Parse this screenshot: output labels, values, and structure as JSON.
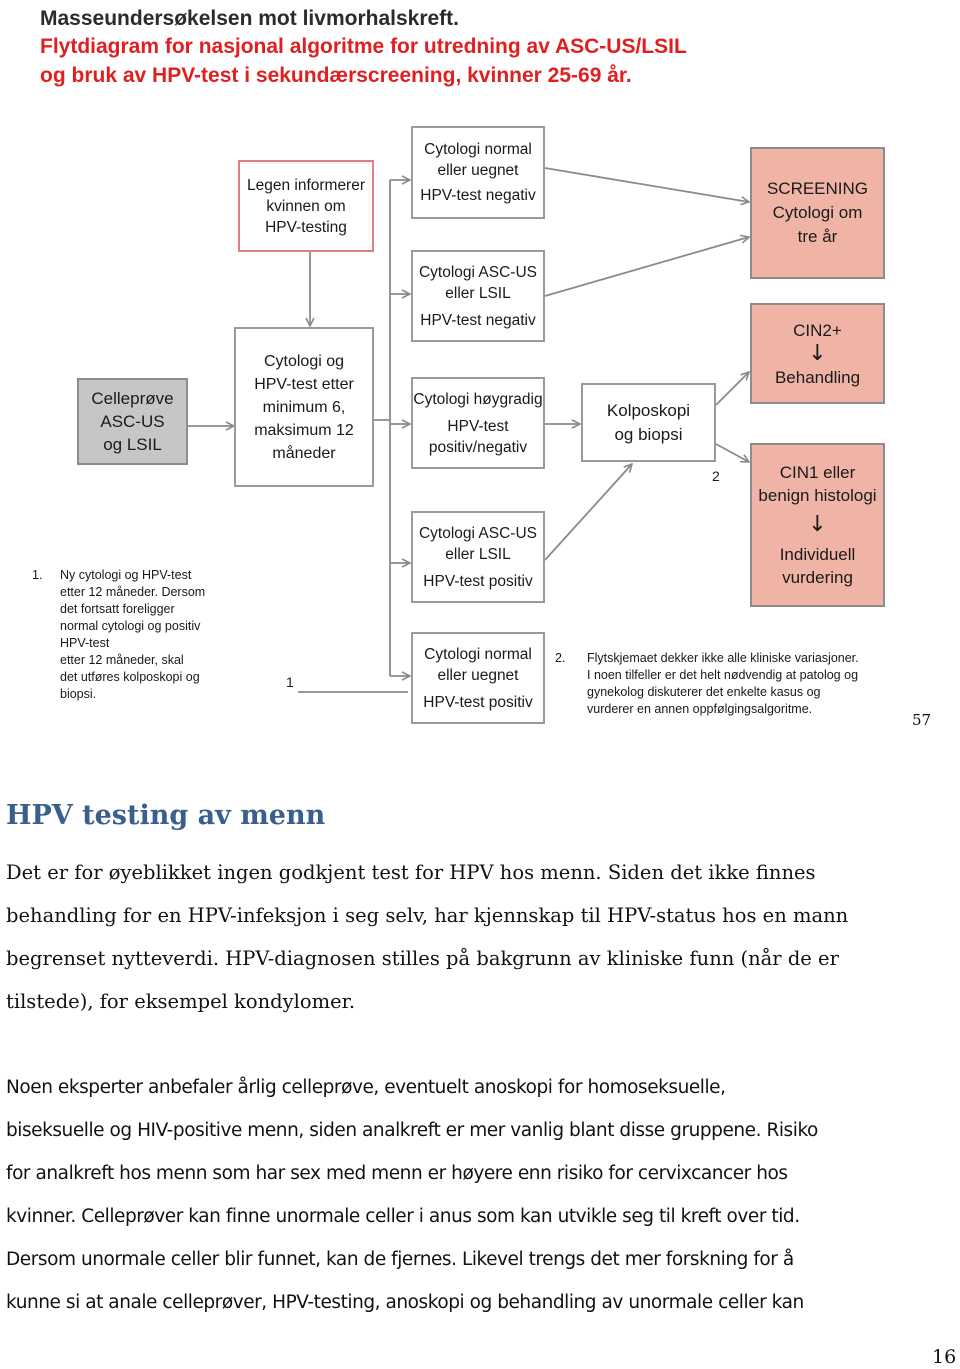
{
  "header": {
    "line1": "Masseundersøkelsen mot livmorhalskreft.",
    "line2": "Flytdiagram for nasjonal algoritme for utredning av ASC-US/LSIL",
    "line3": "og bruk av HPV-test i sekundærscreening, kvinner 25-69 år.",
    "line1_color": "#2b2b2b",
    "line23_color": "#e02020"
  },
  "flowchart": {
    "start_box": [
      "Celleprøve",
      "ASC-US",
      "og LSIL"
    ],
    "info_box": [
      "Legen informerer",
      "kvinnen om",
      "HPV-testing"
    ],
    "followup_box": [
      "Cytologi og",
      "HPV-test etter",
      "minimum 6,",
      "maksimum 12",
      "måneder"
    ],
    "outcome_1": [
      "Cytologi normal",
      "eller uegnet",
      "HPV-test negativ"
    ],
    "outcome_2": [
      "Cytologi ASC-US",
      "eller LSIL",
      "HPV-test negativ"
    ],
    "outcome_3": [
      "Cytologi høygradig",
      "HPV-test",
      "positiv/negativ"
    ],
    "outcome_4": [
      "Cytologi ASC-US",
      "eller LSIL",
      "HPV-test positiv"
    ],
    "outcome_5": [
      "Cytologi normal",
      "eller uegnet",
      "HPV-test positiv"
    ],
    "kolposkopi_box": [
      "Kolposkopi",
      "og biopsi"
    ],
    "screening_box": [
      "SCREENING",
      "Cytologi om",
      "tre år"
    ],
    "cin2_box": {
      "top": "CIN2+",
      "arrow": "↓",
      "bottom": "Behandling"
    },
    "cin1_box": {
      "top": [
        "CIN1 eller",
        "benign histologi"
      ],
      "arrow": "↓",
      "bottom": [
        "Individuell",
        "vurdering"
      ]
    },
    "label_1": "1",
    "label_2": "2",
    "note_1": {
      "marker": "1.",
      "lines": [
        "Ny cytologi og HPV-test",
        "etter 12 måneder. Dersom",
        "det fortsatt foreligger",
        "normal cytologi og positiv",
        "HPV-test",
        "etter 12 måneder, skal",
        "det utføres kolposkopi og",
        "biopsi."
      ]
    },
    "note_2": {
      "marker": "2.",
      "lines": [
        "Flytskjemaet dekker ikke alle kliniske variasjoner.",
        "I noen tilfeller er det helt nødvendig at patolog og",
        "gynekolog diskuterer det enkelte kasus og",
        "vurderer en annen oppfølgingsalgoritme."
      ]
    },
    "page_number": "57",
    "colors": {
      "pink": "#f0b4a6",
      "gray": "#c6c6c6",
      "red_border": "#e07f7f",
      "line": "#8a8a8a"
    }
  },
  "section": {
    "heading": "HPV testing av menn",
    "heading_color": "#3a5f8c",
    "paragraph_1": [
      "Det er for øyeblikket ingen godkjent test for HPV hos menn. Siden det ikke finnes",
      "behandling for en HPV-infeksjon i seg selv, har kjennskap til HPV-status hos en mann",
      "begrenset nytteverdi. HPV-diagnosen stilles på bakgrunn av kliniske funn (når de er",
      "tilstede), for eksempel kondylomer."
    ],
    "paragraph_2": [
      "Noen eksperter anbefaler årlig celleprøve, eventuelt anoskopi for homoseksuelle,",
      "biseksuelle og HIV-positive menn, siden analkreft er mer vanlig blant disse gruppene. Risiko",
      "for analkreft hos menn som har sex med menn er høyere enn risiko for cervixcancer hos",
      "kvinner. Celleprøver kan finne unormale celler i anus som kan utvikle seg til kreft over tid.",
      "Dersom unormale celler blir funnet, kan de fjernes. Likevel trengs det mer forskning for å",
      "kunne si at anale celleprøver, HPV-testing, anoskopi og behandling av unormale celler kan"
    ],
    "page_number": "16"
  }
}
